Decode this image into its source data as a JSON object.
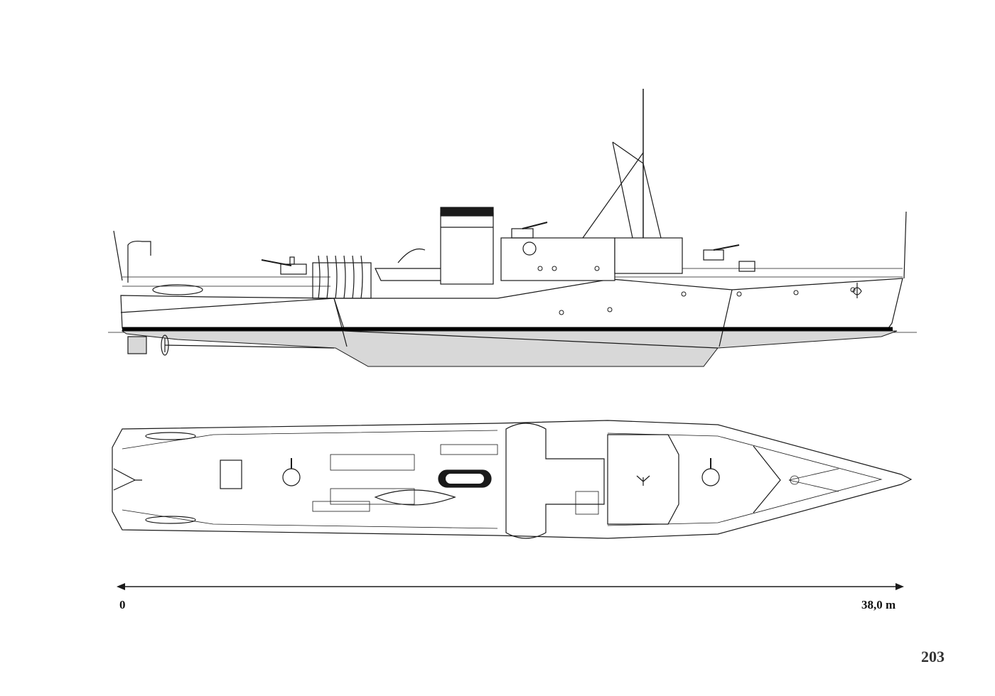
{
  "scale_bar": {
    "start_label": "0",
    "end_label": "38,0 m"
  },
  "page": {
    "number": "203"
  },
  "colors": {
    "line": "#1a1a1a",
    "underwater_hull": "#d8d8d8",
    "waterline_band": "#000000",
    "funnel_cap": "#1a1a1a",
    "page_number": "#333333"
  },
  "views": {
    "profile": "side-elevation",
    "plan": "deck-plan"
  }
}
